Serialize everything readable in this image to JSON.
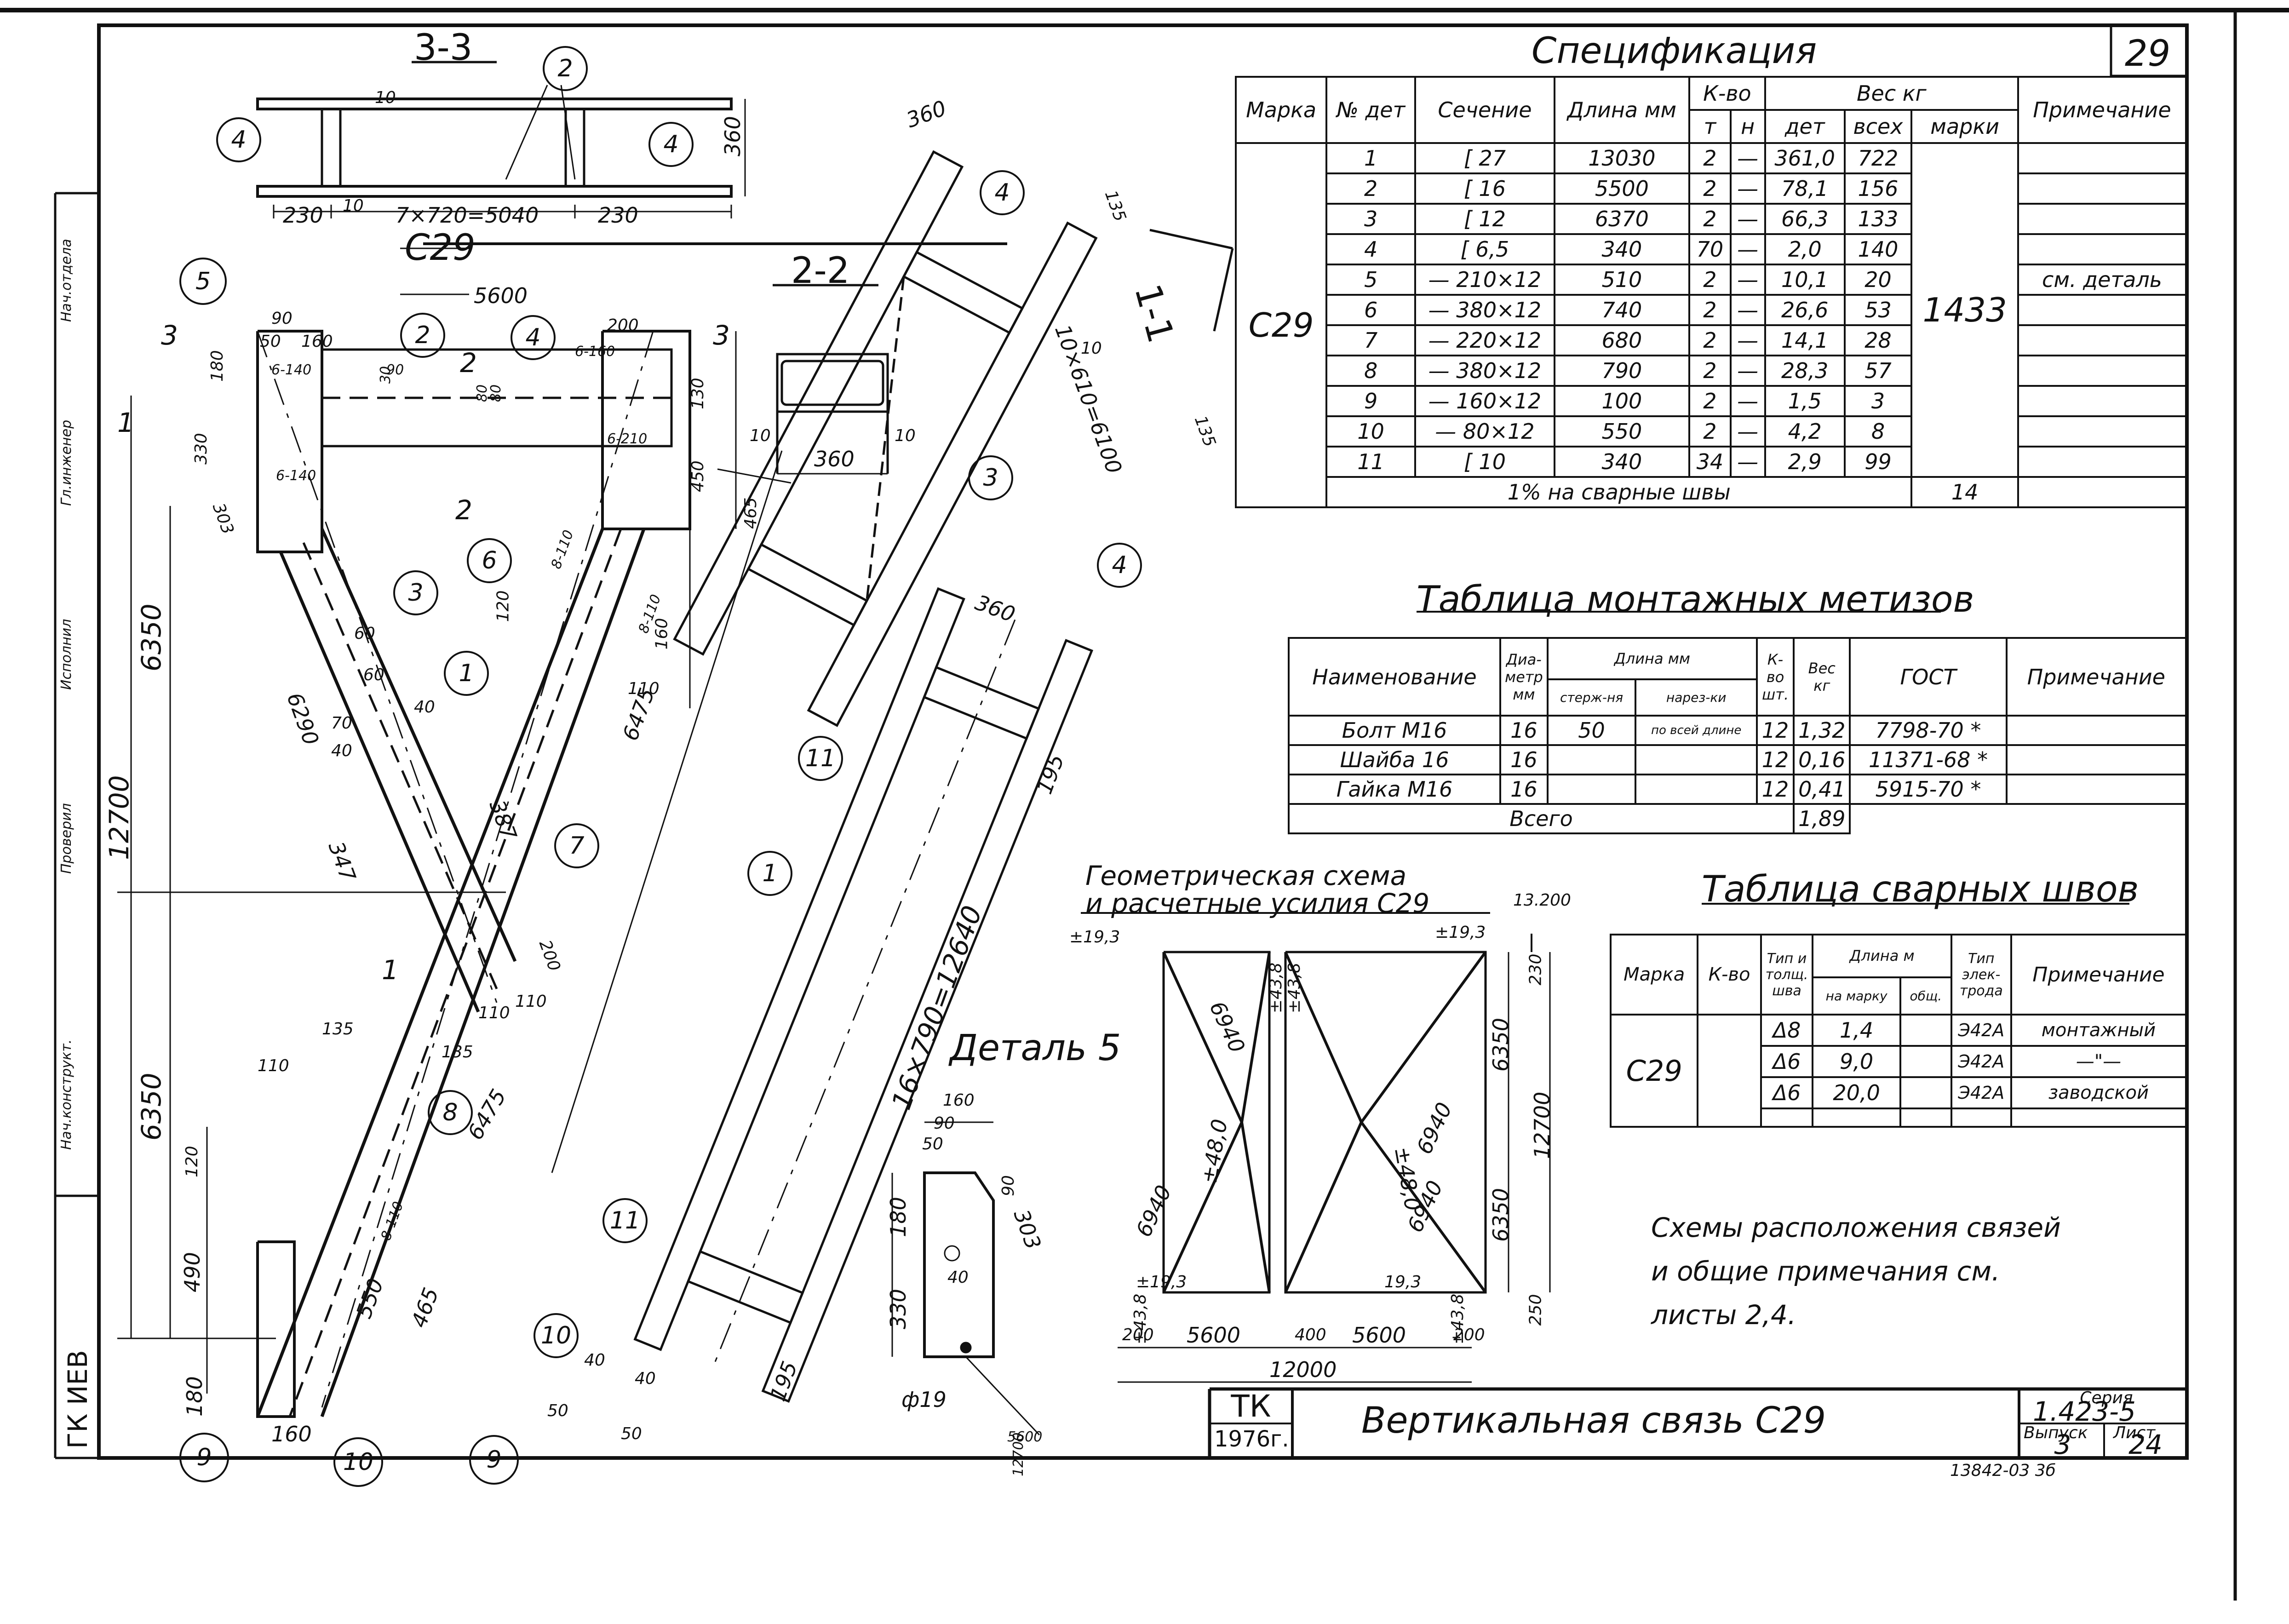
{
  "sheet": {
    "page_number": "29",
    "stamp_tk": "ТК",
    "stamp_year": "1976г.",
    "title": "Вертикальная связь С29",
    "series_label": "Серия",
    "series_value": "1.423-5",
    "issue_label": "Выпуск",
    "issue_value": "3",
    "list_label": "Лист",
    "list_value": "24",
    "left_stamp": "ГК ИЕВ",
    "bottom_code": "13842-03  3б",
    "side_labels": [
      "Нач.отдела",
      "Гл.инженер",
      "Исполнил",
      "Проверил",
      "Нач.конструкт."
    ]
  },
  "spec_table": {
    "title": "Спецификация",
    "headers": {
      "marka": "Марка",
      "num": "№ дет",
      "section": "Сечение",
      "length": "Длина мм",
      "qty": "К-во",
      "qty_t": "т",
      "qty_n": "н",
      "weight": "Вес кг",
      "w_det": "дет",
      "w_all": "всех",
      "w_mark": "марки",
      "note": "Примечание"
    },
    "marka_value": "С29",
    "mark_weight": "1433",
    "rows": [
      {
        "n": "1",
        "section": "[ 27",
        "length": "13030",
        "t": "2",
        "h": "—",
        "det": "361,0",
        "all": "722",
        "note": ""
      },
      {
        "n": "2",
        "section": "[ 16",
        "length": "5500",
        "t": "2",
        "h": "—",
        "det": "78,1",
        "all": "156",
        "note": ""
      },
      {
        "n": "3",
        "section": "[ 12",
        "length": "6370",
        "t": "2",
        "h": "—",
        "det": "66,3",
        "all": "133",
        "note": ""
      },
      {
        "n": "4",
        "section": "[ 6,5",
        "length": "340",
        "t": "70",
        "h": "—",
        "det": "2,0",
        "all": "140",
        "note": ""
      },
      {
        "n": "5",
        "section": "— 210×12",
        "length": "510",
        "t": "2",
        "h": "—",
        "det": "10,1",
        "all": "20",
        "note": "см. деталь"
      },
      {
        "n": "6",
        "section": "— 380×12",
        "length": "740",
        "t": "2",
        "h": "—",
        "det": "26,6",
        "all": "53",
        "note": ""
      },
      {
        "n": "7",
        "section": "— 220×12",
        "length": "680",
        "t": "2",
        "h": "—",
        "det": "14,1",
        "all": "28",
        "note": ""
      },
      {
        "n": "8",
        "section": "— 380×12",
        "length": "790",
        "t": "2",
        "h": "—",
        "det": "28,3",
        "all": "57",
        "note": ""
      },
      {
        "n": "9",
        "section": "— 160×12",
        "length": "100",
        "t": "2",
        "h": "—",
        "det": "1,5",
        "all": "3",
        "note": ""
      },
      {
        "n": "10",
        "section": "— 80×12",
        "length": "550",
        "t": "2",
        "h": "—",
        "det": "4,2",
        "all": "8",
        "note": ""
      },
      {
        "n": "11",
        "section": "[ 10",
        "length": "340",
        "t": "34",
        "h": "—",
        "det": "2,9",
        "all": "99",
        "note": ""
      }
    ],
    "welds_label": "1% на сварные швы",
    "welds_value": "14"
  },
  "bolts_table": {
    "title": "Таблица монтажных метизов",
    "headers": {
      "name": "Наименование",
      "diam": "Диа-метр мм",
      "length": "Длина мм",
      "len_rod": "стерж-ня",
      "len_thread": "нарез-ки",
      "qty": "К-во шт.",
      "weight": "Вес кг",
      "gost": "ГОСТ",
      "note": "Примечание"
    },
    "rows": [
      {
        "name": "Болт  М16",
        "diam": "16",
        "rod": "50",
        "thread": "по всей длине",
        "qty": "12",
        "weight": "1,32",
        "gost": "7798-70 *"
      },
      {
        "name": "Шайба  16",
        "diam": "16",
        "rod": "",
        "thread": "",
        "qty": "12",
        "weight": "0,16",
        "gost": "11371-68 *"
      },
      {
        "name": "Гайка  М16",
        "diam": "16",
        "rod": "",
        "thread": "",
        "qty": "12",
        "weight": "0,41",
        "gost": "5915-70 *"
      }
    ],
    "total_label": "Всего",
    "total_value": "1,89"
  },
  "welds_table": {
    "title": "Таблица сварных швов",
    "headers": {
      "marka": "Марка",
      "qty": "К-во",
      "type": "Тип и толщ. шва",
      "length": "Длина м",
      "len_mark": "на марку",
      "len_total": "общ.",
      "electrode": "Тип элек-трода",
      "note": "Примечание"
    },
    "marka_value": "С29",
    "rows": [
      {
        "type": "Δ8",
        "mark": "1,4",
        "total": "",
        "electrode": "Э42А",
        "note": "монтажный"
      },
      {
        "type": "Δ6",
        "mark": "9,0",
        "total": "",
        "electrode": "Э42А",
        "note": "—\"—"
      },
      {
        "type": "Δ6",
        "mark": "20,0",
        "total": "",
        "electrode": "Э42А",
        "note": "заводской"
      }
    ]
  },
  "notes": {
    "line1": "Схемы расположения связей",
    "line2": "и общие примечания см.",
    "line3": "листы 2,4."
  },
  "geometry_scheme": {
    "title_line1": "Геометрическая схема",
    "title_line2": "и расчетные усилия С29",
    "marks": [
      "±19,3",
      "±19,3",
      "13.200",
      "6940",
      "±43,8",
      "±43,8",
      "6940",
      "±48,0",
      "±48,0",
      "6940",
      "6940",
      "±19,3",
      "19,3",
      "±43,8",
      "±43,8",
      "6350",
      "6350",
      "12700",
      "200",
      "5600",
      "400",
      "5600",
      "200",
      "12000",
      "230",
      "250"
    ]
  },
  "section_3_3": {
    "label": "3-3",
    "dims": [
      "230",
      "7×720=5040",
      "230",
      "10",
      "10",
      "360"
    ],
    "callouts": [
      "4",
      "2",
      "4"
    ]
  },
  "section_2_2": {
    "label": "2-2",
    "dims": [
      "360",
      "10",
      "10"
    ]
  },
  "section_1_1": {
    "label": "1-1",
    "dims": [
      "360",
      "135",
      "10×610=6100",
      "135",
      "10"
    ],
    "callouts": [
      "4",
      "3",
      "4"
    ]
  },
  "main_view": {
    "label": "С29",
    "dims": [
      "5600",
      "90",
      "50",
      "160",
      "200",
      "180",
      "330",
      "303",
      "6-140",
      "6-160",
      "6-140",
      "6-210",
      "130",
      "450",
      "465",
      "30",
      "80",
      "80",
      "90",
      "6350",
      "12700",
      "6290",
      "60",
      "60",
      "70",
      "40",
      "40",
      "347",
      "387",
      "6475",
      "6475",
      "120",
      "160",
      "110",
      "8-110",
      "8-110",
      "200",
      "110",
      "110",
      "135",
      "135",
      "110",
      "120",
      "490",
      "6350",
      "8-110",
      "550",
      "465",
      "180",
      "160"
    ],
    "callouts": [
      "5",
      "2",
      "4",
      "6",
      "3",
      "1",
      "7",
      "8",
      "9",
      "10"
    ],
    "cut_marks": [
      "3",
      "3",
      "2",
      "2",
      "1",
      "1"
    ]
  },
  "member_view": {
    "dims": [
      "360",
      "195",
      "16×790=12640",
      "195",
      "50",
      "40",
      "40",
      "50"
    ],
    "callouts": [
      "11",
      "1",
      "11",
      "10",
      "9"
    ]
  },
  "detail_5": {
    "label": "Деталь 5",
    "dims": [
      "160",
      "90",
      "50",
      "90",
      "303",
      "180",
      "330",
      "40",
      "ф19",
      "5600",
      "12700"
    ]
  }
}
